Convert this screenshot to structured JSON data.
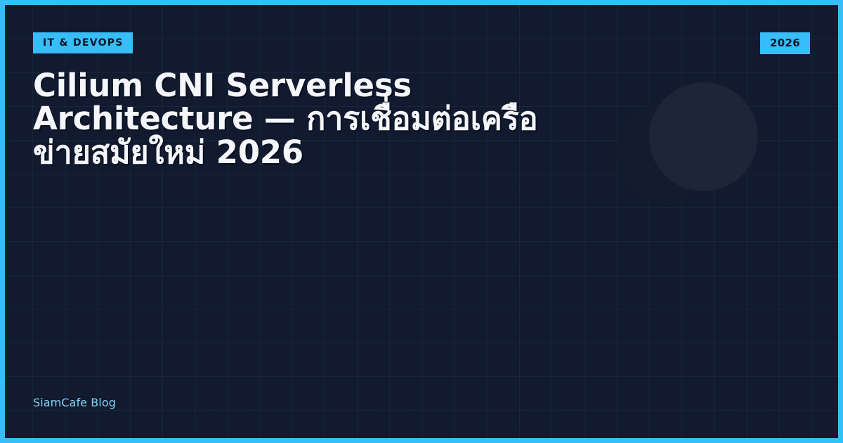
{
  "card": {
    "category_badge": "IT & DEVOPS",
    "year_badge": "2026",
    "title": "Cilium CNI Serverless Architecture — การเชื่อมต่อเครือข่ายสมัยใหม่ 2026",
    "footer_brand": "SiamCafe Blog",
    "colors": {
      "accent": "#38bdf8",
      "background": "#111a2e",
      "title_text": "#f4f6fa",
      "badge_text": "#0d1628",
      "footer_text": "#7fd3f7",
      "circle_front": "#1d2539",
      "circle_back": "#131c2e",
      "grid_line": "rgba(125,170,225,0.075)"
    }
  }
}
